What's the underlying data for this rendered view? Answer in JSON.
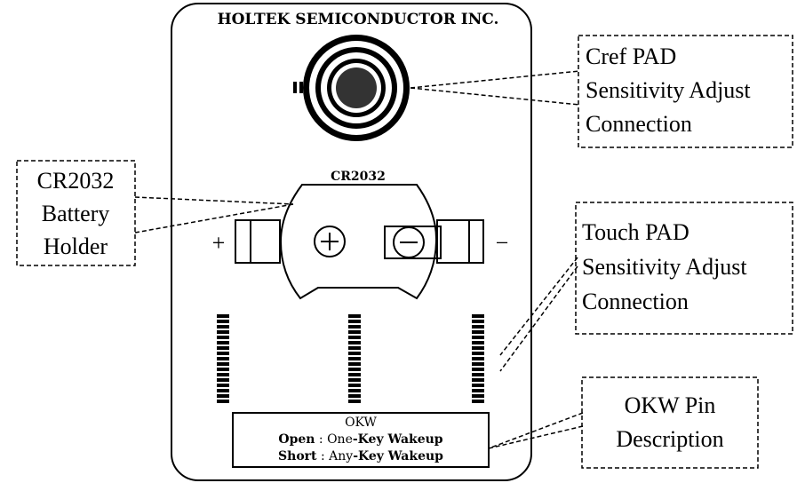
{
  "board": {
    "title": "HOLTEK SEMICONDUCTOR INC.",
    "battery_label": "CR2032",
    "plus_sign": "+",
    "minus_sign": "−",
    "okw": {
      "heading": "OKW",
      "open_label": "Open",
      "open_value_pre": "One",
      "open_value_post": "Key Wakeup",
      "short_label": "Short",
      "short_value_pre": "Any",
      "short_value_post": "Key Wakeup",
      "separator": " : "
    }
  },
  "callouts": {
    "cref": [
      "Cref PAD",
      "Sensitivity Adjust",
      "Connection"
    ],
    "battery": [
      "CR2032",
      "Battery",
      "Holder"
    ],
    "touch": [
      "Touch PAD",
      "Sensitivity Adjust",
      "Connection"
    ],
    "okw_pin": [
      "OKW Pin",
      "Description"
    ]
  },
  "colors": {
    "ink": "#000000",
    "background": "#ffffff"
  }
}
